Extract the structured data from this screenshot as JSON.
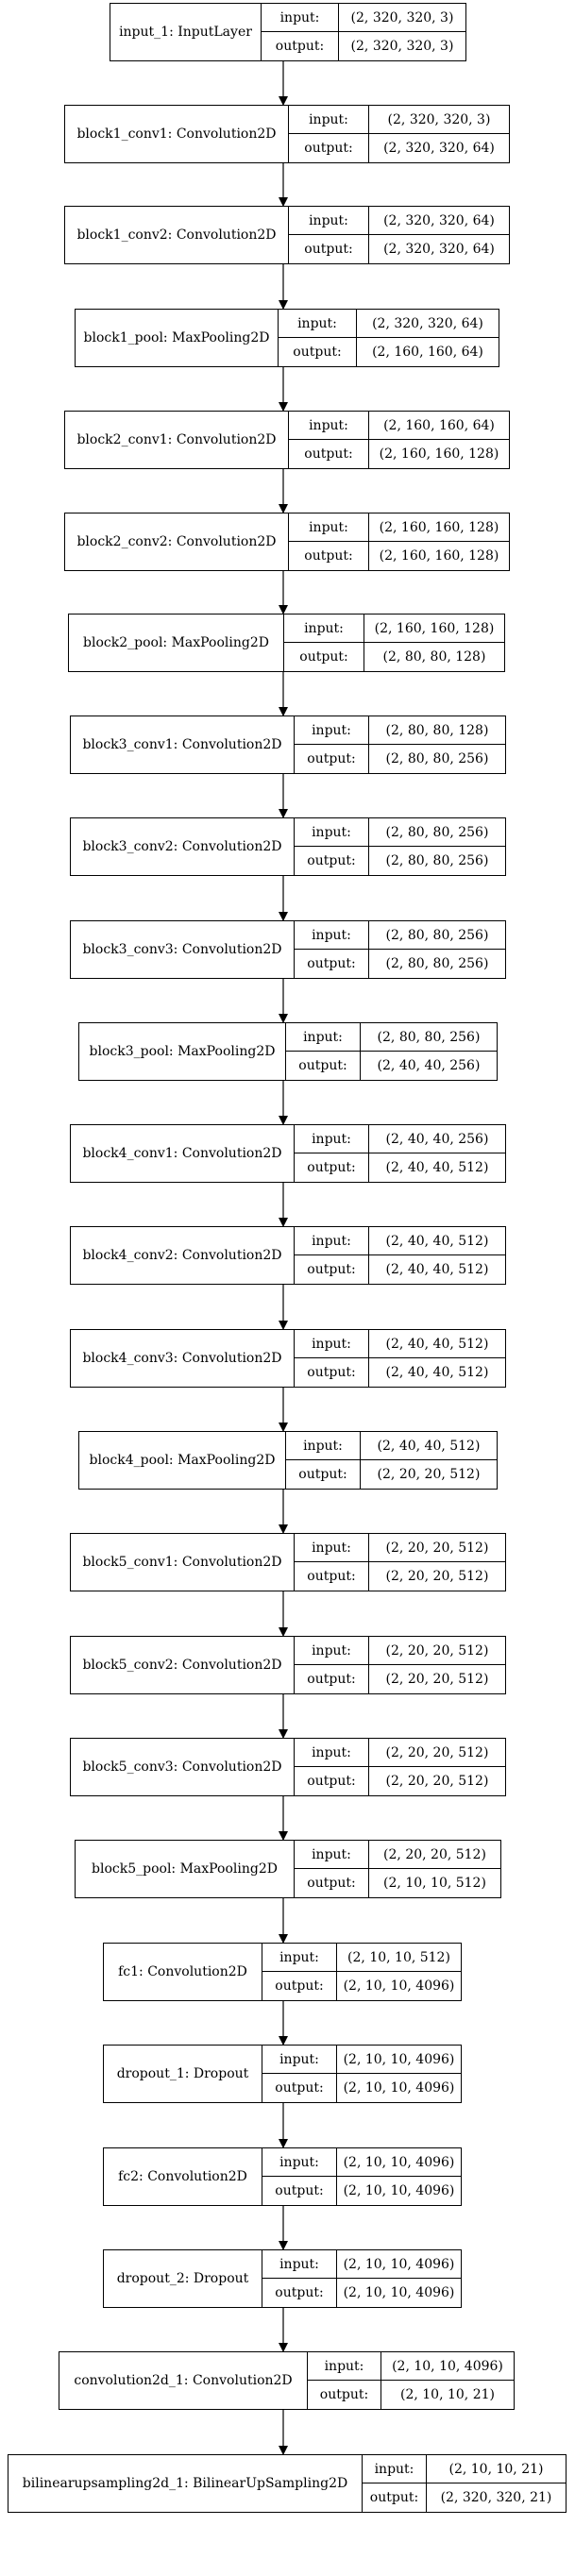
{
  "labels": {
    "input": "input:",
    "output": "output:"
  },
  "layers": [
    {
      "name": "input_1: InputLayer",
      "input": "(2, 320, 320, 3)",
      "output": "(2, 320, 320, 3)"
    },
    {
      "name": "block1_conv1: Convolution2D",
      "input": "(2, 320, 320, 3)",
      "output": "(2, 320, 320, 64)"
    },
    {
      "name": "block1_conv2: Convolution2D",
      "input": "(2, 320, 320, 64)",
      "output": "(2, 320, 320, 64)"
    },
    {
      "name": "block1_pool: MaxPooling2D",
      "input": "(2, 320, 320, 64)",
      "output": "(2, 160, 160, 64)"
    },
    {
      "name": "block2_conv1: Convolution2D",
      "input": "(2, 160, 160, 64)",
      "output": "(2, 160, 160, 128)"
    },
    {
      "name": "block2_conv2: Convolution2D",
      "input": "(2, 160, 160, 128)",
      "output": "(2, 160, 160, 128)"
    },
    {
      "name": "block2_pool: MaxPooling2D",
      "input": "(2, 160, 160, 128)",
      "output": "(2, 80, 80, 128)"
    },
    {
      "name": "block3_conv1: Convolution2D",
      "input": "(2, 80, 80, 128)",
      "output": "(2, 80, 80, 256)"
    },
    {
      "name": "block3_conv2: Convolution2D",
      "input": "(2, 80, 80, 256)",
      "output": "(2, 80, 80, 256)"
    },
    {
      "name": "block3_conv3: Convolution2D",
      "input": "(2, 80, 80, 256)",
      "output": "(2, 80, 80, 256)"
    },
    {
      "name": "block3_pool: MaxPooling2D",
      "input": "(2, 80, 80, 256)",
      "output": "(2, 40, 40, 256)"
    },
    {
      "name": "block4_conv1: Convolution2D",
      "input": "(2, 40, 40, 256)",
      "output": "(2, 40, 40, 512)"
    },
    {
      "name": "block4_conv2: Convolution2D",
      "input": "(2, 40, 40, 512)",
      "output": "(2, 40, 40, 512)"
    },
    {
      "name": "block4_conv3: Convolution2D",
      "input": "(2, 40, 40, 512)",
      "output": "(2, 40, 40, 512)"
    },
    {
      "name": "block4_pool: MaxPooling2D",
      "input": "(2, 40, 40, 512)",
      "output": "(2, 20, 20, 512)"
    },
    {
      "name": "block5_conv1: Convolution2D",
      "input": "(2, 20, 20, 512)",
      "output": "(2, 20, 20, 512)"
    },
    {
      "name": "block5_conv2: Convolution2D",
      "input": "(2, 20, 20, 512)",
      "output": "(2, 20, 20, 512)"
    },
    {
      "name": "block5_conv3: Convolution2D",
      "input": "(2, 20, 20, 512)",
      "output": "(2, 20, 20, 512)"
    },
    {
      "name": "block5_pool: MaxPooling2D",
      "input": "(2, 20, 20, 512)",
      "output": "(2, 10, 10, 512)"
    },
    {
      "name": "fc1: Convolution2D",
      "input": "(2, 10, 10, 512)",
      "output": "(2, 10, 10, 4096)"
    },
    {
      "name": "dropout_1: Dropout",
      "input": "(2, 10, 10, 4096)",
      "output": "(2, 10, 10, 4096)"
    },
    {
      "name": "fc2: Convolution2D",
      "input": "(2, 10, 10, 4096)",
      "output": "(2, 10, 10, 4096)"
    },
    {
      "name": "dropout_2: Dropout",
      "input": "(2, 10, 10, 4096)",
      "output": "(2, 10, 10, 4096)"
    },
    {
      "name": "convolution2d_1: Convolution2D",
      "input": "(2, 10, 10, 4096)",
      "output": "(2, 10, 10, 21)"
    },
    {
      "name": "bilinearupsampling2d_1: BilinearUpSampling2D",
      "input": "(2, 10, 10, 21)",
      "output": "(2, 320, 320, 21)"
    }
  ]
}
